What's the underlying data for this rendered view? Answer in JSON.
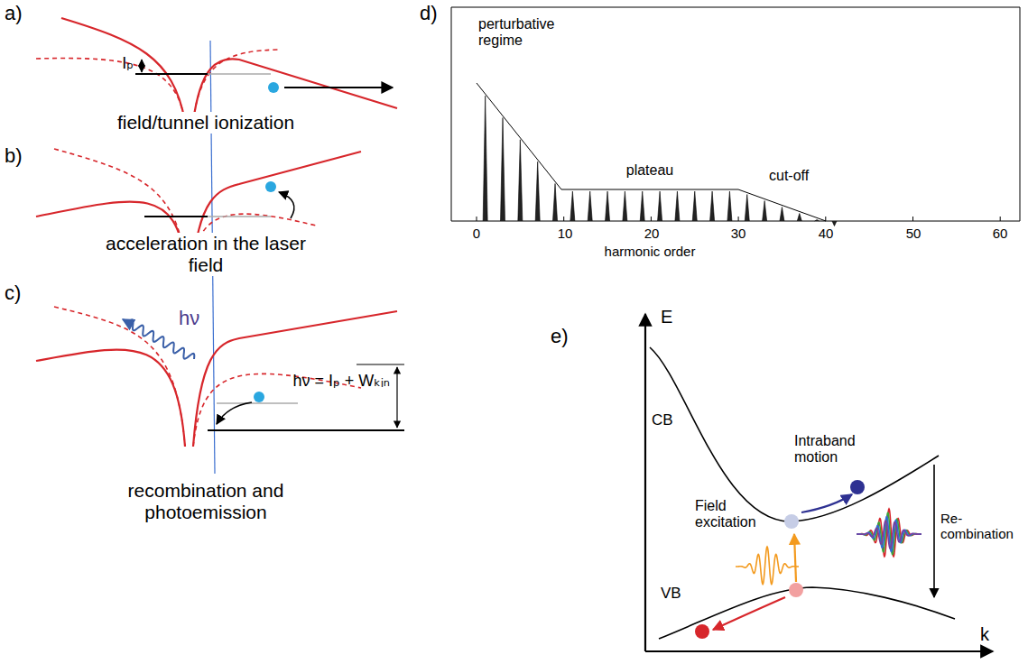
{
  "diagram": {
    "labels": [
      "a)",
      "b)",
      "c)",
      "d)",
      "e)",
      "Iₚ",
      "field/tunnel ionization",
      "acceleration in the laser field",
      "hν",
      "hν = Iₚ + Wₖᵢₙ",
      "recombination and photoemission",
      "perturbative regime",
      "plateau",
      "cut-off",
      "0",
      "10",
      "20",
      "30",
      "40",
      "50",
      "60",
      "harmonic order",
      "E",
      "CB",
      "VB",
      "k",
      "Intraband motion",
      "Field excitation",
      "Re- combination"
    ]
  }
}
